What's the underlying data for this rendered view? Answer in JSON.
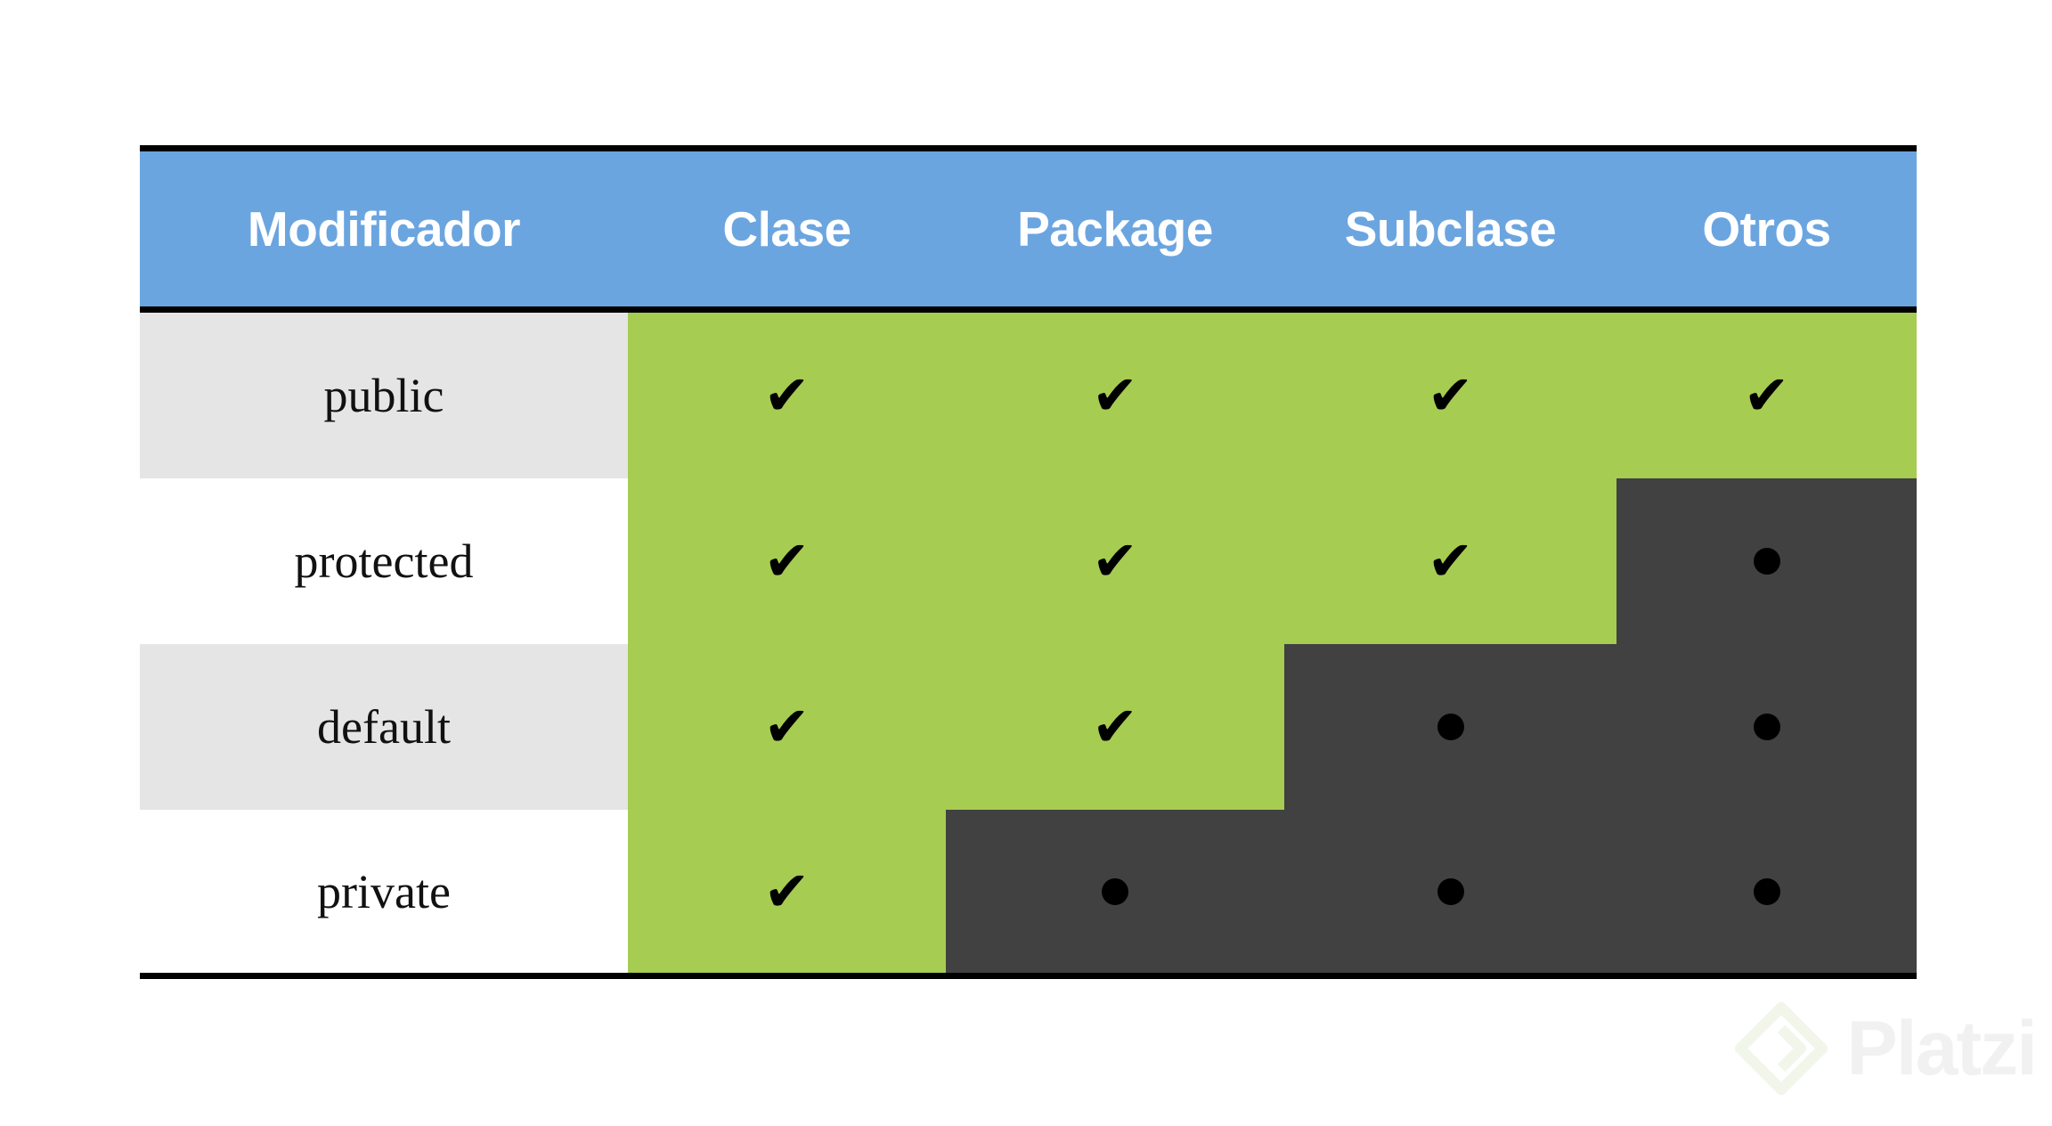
{
  "table": {
    "columns": [
      {
        "key": "modificador",
        "label": "Modificador"
      },
      {
        "key": "clase",
        "label": "Clase"
      },
      {
        "key": "package",
        "label": "Package"
      },
      {
        "key": "subclase",
        "label": "Subclase"
      },
      {
        "key": "otros",
        "label": "Otros"
      }
    ],
    "rows": [
      {
        "label": "public",
        "clase": "check",
        "package": "check",
        "subclase": "check",
        "otros": "check"
      },
      {
        "label": "protected",
        "clase": "check",
        "package": "check",
        "subclase": "check",
        "otros": "dot"
      },
      {
        "label": "default",
        "clase": "check",
        "package": "check",
        "subclase": "dot",
        "otros": "dot"
      },
      {
        "label": "private",
        "clase": "check",
        "package": "dot",
        "subclase": "dot",
        "otros": "dot"
      }
    ],
    "markers": {
      "check": "✔",
      "dot": "●"
    },
    "colors": {
      "header_background": "#6ba5e0",
      "header_text": "#ffffff",
      "allowed_background": "#a6cc51",
      "denied_background": "#414141",
      "row_shaded_background": "#e5e5e5",
      "row_plain_background": "#ffffff",
      "rule": "#000000",
      "marker": "#000000"
    }
  },
  "watermark": {
    "brand": "Platzi",
    "logo_icon": "platzi-diamond-icon",
    "text_color": "#f1f1f1",
    "logo_color": "#f2f6ea"
  }
}
